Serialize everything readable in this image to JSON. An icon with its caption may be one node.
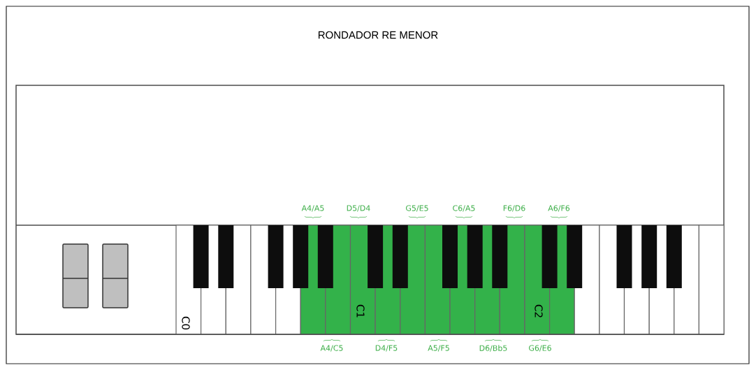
{
  "diagram": {
    "title": "RONDADOR RE MENOR",
    "labels": [
      "A4/A5",
      "D5/D4",
      "G5/E5",
      "C6/A5",
      "F6/D6",
      "A6/F6",
      "C0",
      "C1",
      "C2",
      "A4/C5",
      "D4/F5",
      "A5/F5",
      "D6/Bb5",
      "G6/E6"
    ]
  }
}
